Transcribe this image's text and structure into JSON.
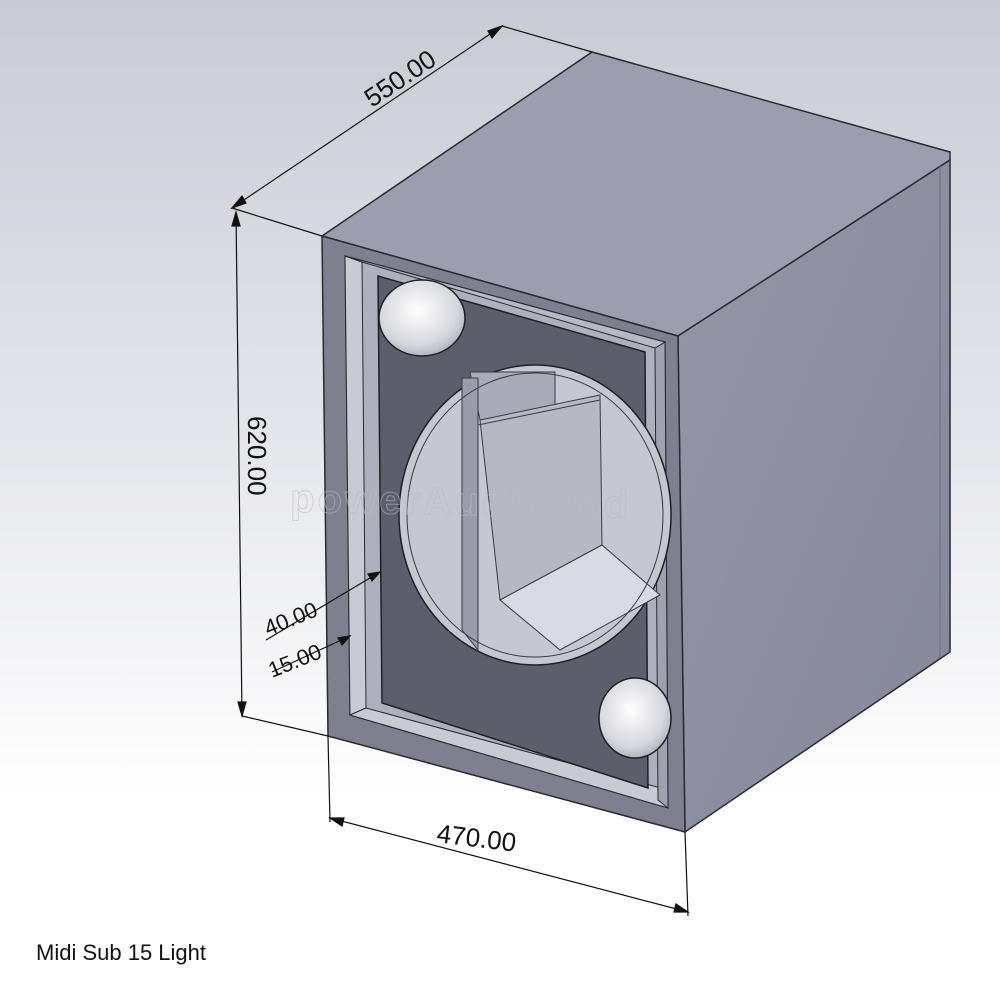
{
  "caption": "Midi Sub 15 Light",
  "watermark": "powerAudio.md",
  "dimensions": {
    "depth": "550.00",
    "height": "620.00",
    "width": "470.00",
    "front_panel": "40.00",
    "side_panel": "15.00"
  },
  "colors": {
    "top_face": "#9c9daf",
    "side_face": "#8a8b9c",
    "frame": "#7e7f8f",
    "baffle": "#5d5e6b",
    "interior": "#c6c7d1",
    "port": "#d5d6dc"
  }
}
